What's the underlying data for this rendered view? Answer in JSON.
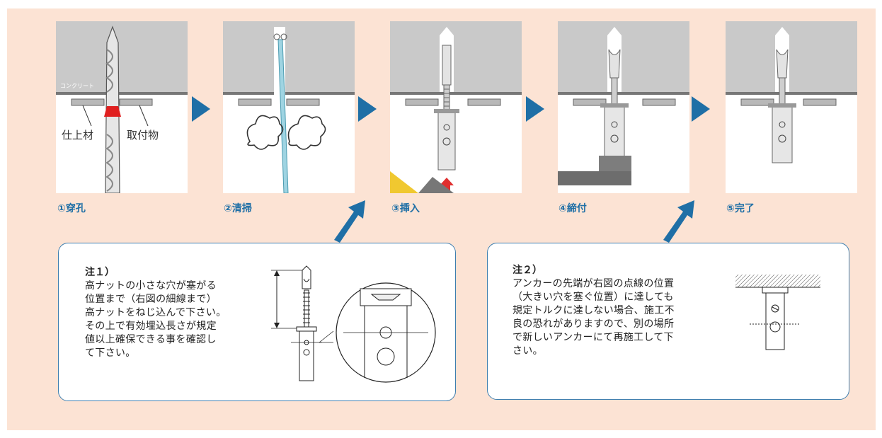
{
  "colors": {
    "background": "#fce3d4",
    "accent": "#1f6fa6",
    "note_border": "#3e7fb0",
    "concrete": "#c9c9c9"
  },
  "steps": [
    {
      "label": "①穿孔"
    },
    {
      "label": "②清掃"
    },
    {
      "label": "③挿入"
    },
    {
      "label": "④締付"
    },
    {
      "label": "⑤完了"
    }
  ],
  "labels": {
    "concrete": "コンクリート",
    "finish": "仕上材",
    "fixture": "取付物"
  },
  "note1": {
    "title": "注１）",
    "lines": [
      "高ナットの小さな穴が塞がる",
      "位置まで（右図の細線まで）",
      "高ナットをねじ込んで下さい。",
      "その上で有効埋込長さが規定",
      "値以上確保できる事を確認し",
      "て下さい。"
    ]
  },
  "note2": {
    "title": "注２）",
    "lines": [
      "アンカーの先端が右図の点線の位置",
      "（大きい穴を塞ぐ位置）に達しても",
      "規定トルクに達しない場合、施工不",
      "良の恐れがありますので、別の場所",
      "で新しいアンカーにて再施工して下",
      "さい。"
    ]
  },
  "icons": {
    "step_arrow": "triangle-right-icon",
    "note_pointer": "diagonal-arrow-icon"
  }
}
